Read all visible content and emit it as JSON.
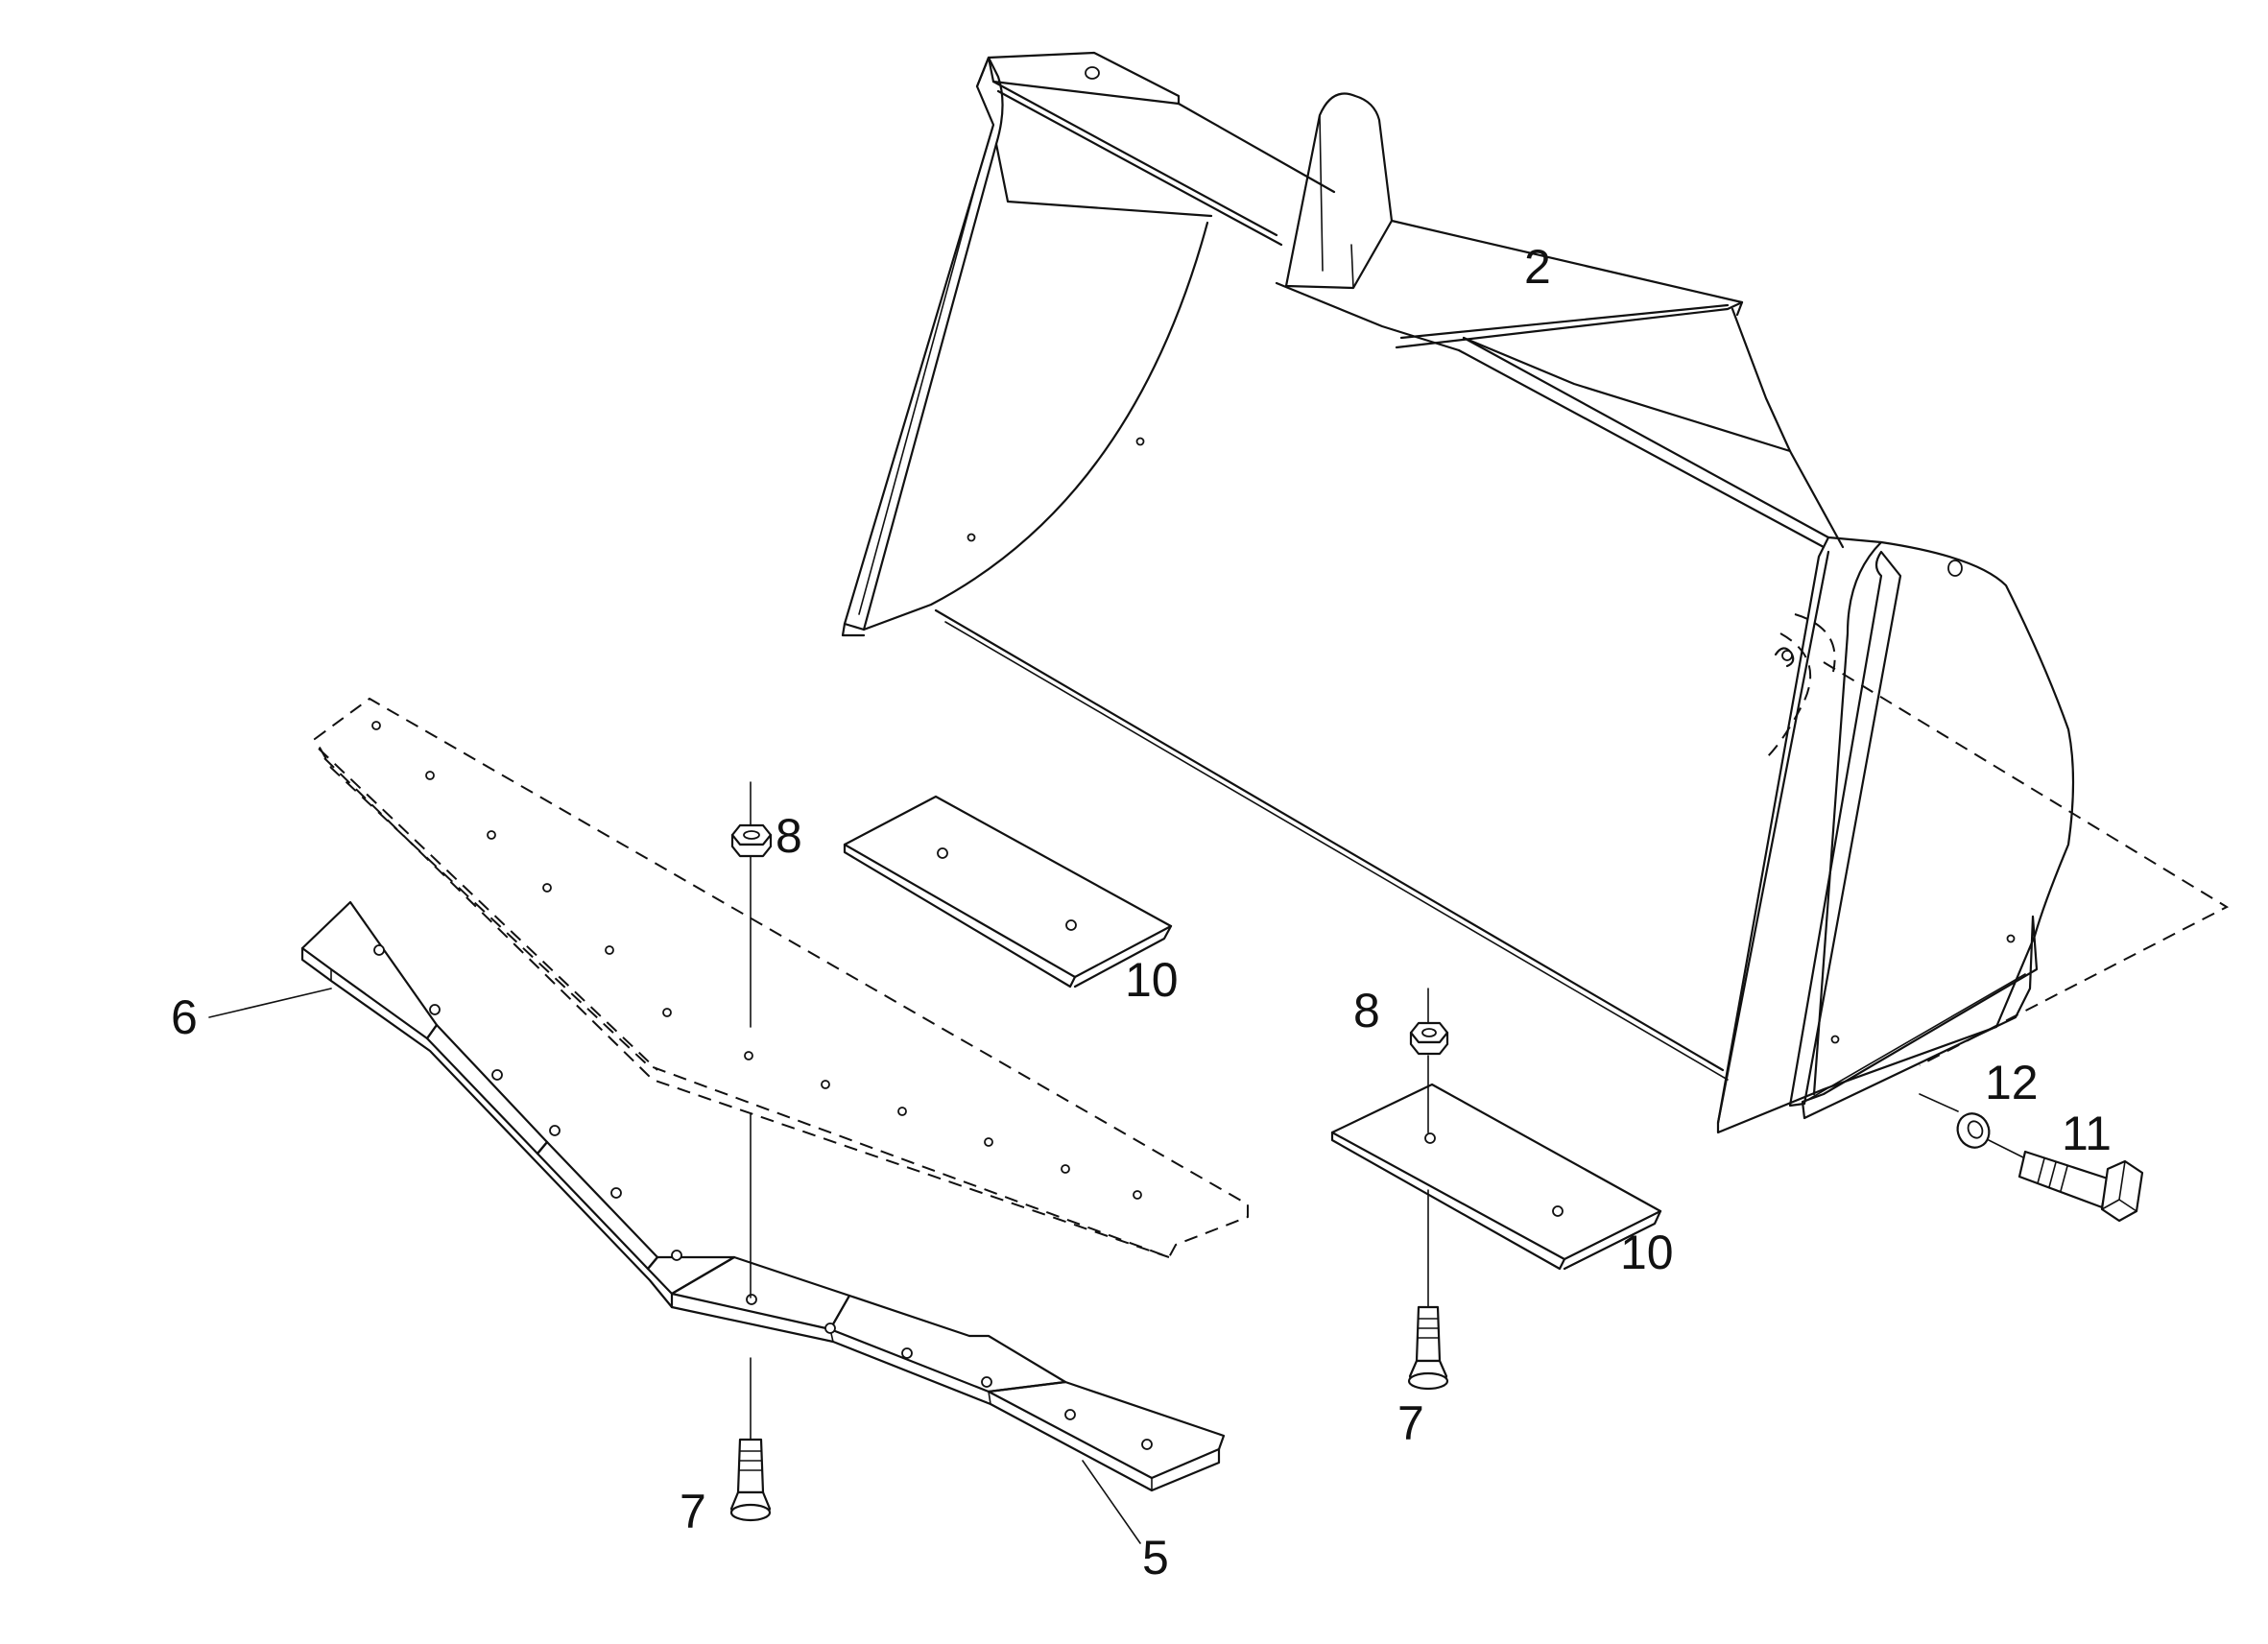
{
  "diagram": {
    "callouts": [
      {
        "id": "bucket",
        "text": "2"
      },
      {
        "id": "edge-segment-upper",
        "text": "6"
      },
      {
        "id": "edge-segment-lower",
        "text": "5"
      },
      {
        "id": "bolt-left",
        "text": "7"
      },
      {
        "id": "bolt-right",
        "text": "7"
      },
      {
        "id": "nut-left",
        "text": "8"
      },
      {
        "id": "nut-right",
        "text": "8"
      },
      {
        "id": "plate-upper",
        "text": "10"
      },
      {
        "id": "plate-lower",
        "text": "10"
      },
      {
        "id": "side-bolt",
        "text": "11"
      },
      {
        "id": "washer",
        "text": "12"
      }
    ]
  },
  "colors": {
    "line": "#111111",
    "background": "#ffffff"
  }
}
